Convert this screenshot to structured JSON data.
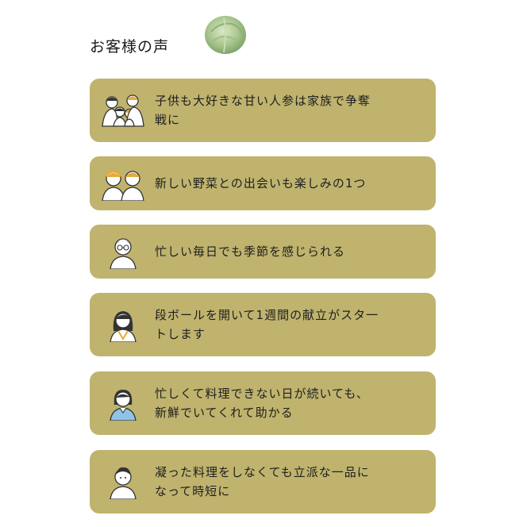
{
  "header": {
    "title": "お客様の声"
  },
  "testimonials": [
    {
      "text": "子供も大好きな甘い人参は家族で争奪\n戦に",
      "icon": "family-icon"
    },
    {
      "text": "新しい野菜との出会いも楽しみの1つ",
      "icon": "two-kids-icon"
    },
    {
      "text": "忙しい毎日でも季節を感じられる",
      "icon": "man-glasses-icon"
    },
    {
      "text": "段ボールを開いて1週間の献立がスタ一\nトします",
      "icon": "woman-long-hair-icon"
    },
    {
      "text": "忙しくて料理できない日が続いても、\n新鮮でいてくれて助かる",
      "icon": "woman-blue-shirt-icon"
    },
    {
      "text": "凝った料理をしなくても立派な一品に\nなって時短に",
      "icon": "man-icon"
    }
  ]
}
